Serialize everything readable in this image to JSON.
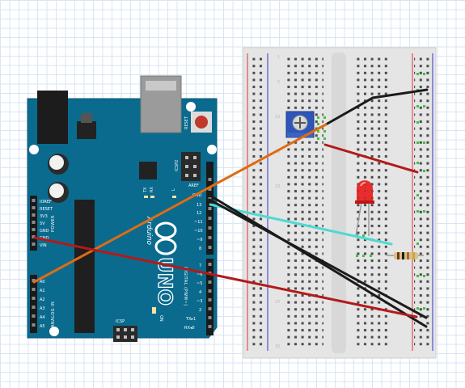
{
  "arduino": {
    "brand_logo_text": "Arduino",
    "model_logo_text": "UNO",
    "reset_label": "RESET",
    "icsp2_label": "ICSP2",
    "icsp_label": "ICSP",
    "tx_label": "TX",
    "rx_label": "RX",
    "l_label": "L",
    "on_label": "ON",
    "power_section_label": "POWER",
    "analog_section_label": "ANALOG IN",
    "digital_section_label": "DIGITAL (PWM~)",
    "power_pins": [
      "IOREF",
      "RESET",
      "3V3",
      "5V",
      "GND",
      "GND",
      "VIN"
    ],
    "analog_pins": [
      "A0",
      "A1",
      "A2",
      "A3",
      "A4",
      "A5"
    ],
    "digital_top_pins": [
      "AREF",
      "GND",
      "13",
      "12",
      "~11",
      "~10",
      "~9",
      "8"
    ],
    "digital_bottom_pins": [
      "7",
      "~6",
      "~5",
      "4",
      "~3",
      "2",
      "TX▸1",
      "RX◂0"
    ]
  },
  "breadboard": {
    "row_numbers": [
      "1",
      "5",
      "10",
      "15",
      "20",
      "25",
      "30"
    ]
  },
  "wires": {
    "colors": {
      "ground": "#1b1b1b",
      "power": "#b41919",
      "signal_pot": "#e06b14",
      "signal_led": "#4fd9d3"
    }
  },
  "components": {
    "potentiometer_color": "#2d56b8",
    "led_color": "#e51e1e",
    "resistor_color": "#d8c18a"
  }
}
